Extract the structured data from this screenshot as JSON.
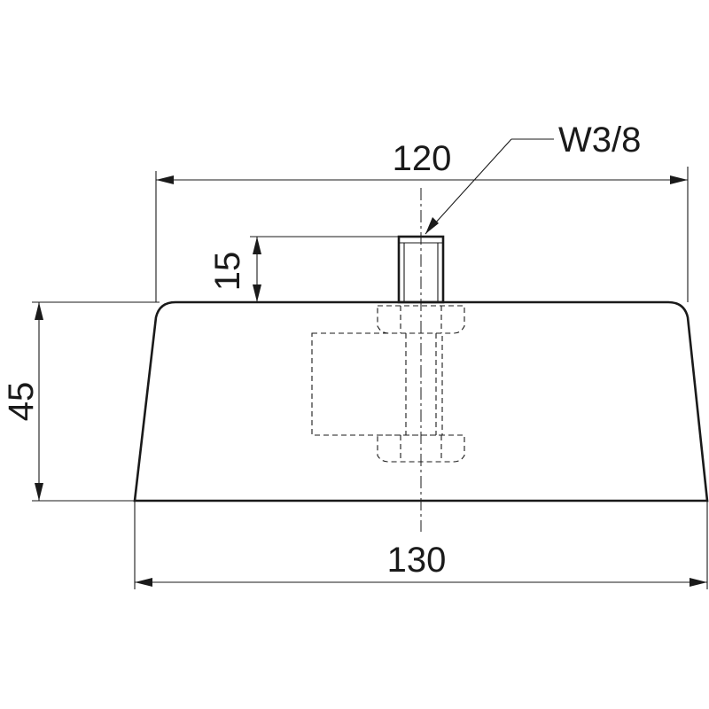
{
  "dimensions": {
    "top_width": "120",
    "bottom_width": "130",
    "height": "45",
    "stud_length": "15"
  },
  "callouts": {
    "thread": "W3/8"
  },
  "colors": {
    "line": "#1a1a1a",
    "background": "#ffffff"
  }
}
